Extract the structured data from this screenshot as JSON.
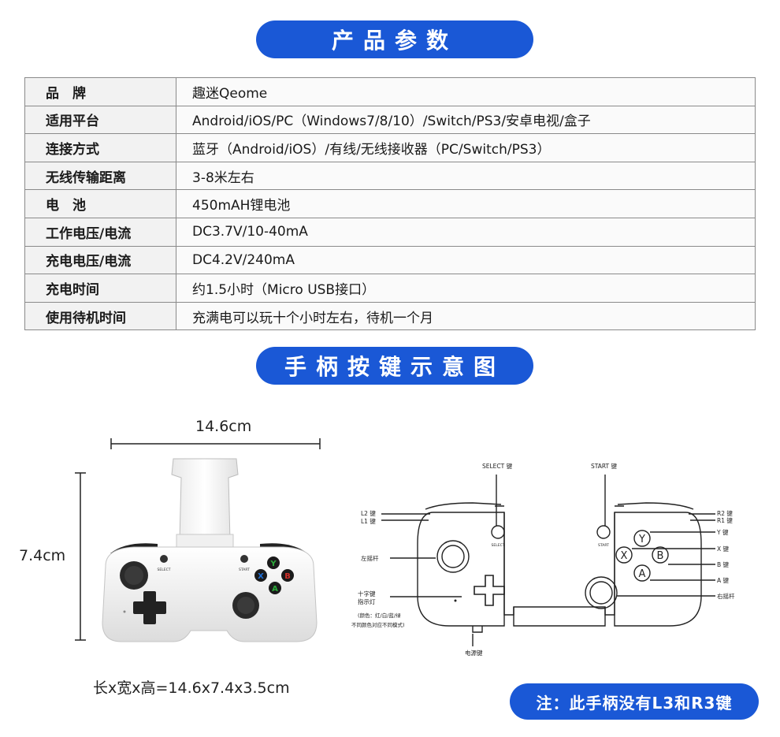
{
  "sections": {
    "spec_title": "产品参数",
    "diagram_title": "手柄按键示意图"
  },
  "specs": [
    {
      "key": "品　牌",
      "value": "趣迷Qeome"
    },
    {
      "key": "适用平台",
      "value": "Android/iOS/PC（Windows7/8/10）/Switch/PS3/安卓电视/盒子"
    },
    {
      "key": "连接方式",
      "value": "蓝牙（Android/iOS）/有线/无线接收器（PC/Switch/PS3）"
    },
    {
      "key": "无线传输距离",
      "value": "3-8米左右"
    },
    {
      "key": "电　池",
      "value": "450mAH锂电池"
    },
    {
      "key": "工作电压/电流",
      "value": "DC3.7V/10-40mA"
    },
    {
      "key": "充电电压/电流",
      "value": "DC4.2V/240mA"
    },
    {
      "key": "充电时间",
      "value": "约1.5小时（Micro USB接口）"
    },
    {
      "key": "使用待机时间",
      "value": "充满电可以玩十个小时左右，待机一个月"
    }
  ],
  "dimensions": {
    "width": "14.6cm",
    "height": "7.4cm",
    "summary": "长x宽x高=14.6x7.4x3.5cm"
  },
  "photo_buttons": {
    "select": "SELECT",
    "start": "START",
    "y": "Y",
    "x": "X",
    "b": "B",
    "a": "A"
  },
  "diagram_labels": {
    "select_key": "SELECT 键",
    "start_key": "START 键",
    "l2": "L2 键",
    "l1": "L1 键",
    "r2": "R2 键",
    "r1": "R1 键",
    "y": "Y 键",
    "x": "X 键",
    "b": "B 键",
    "a": "A 键",
    "left_stick": "左摇杆",
    "right_stick": "右摇杆",
    "dpad_line1": "十字键",
    "dpad_line2": "指示灯",
    "color_line1": "(颜色：红/白/蓝/绿",
    "color_line2": "不同颜色对应不同模式)",
    "power": "电源键",
    "select_small": "SELECT",
    "start_small": "START",
    "btn_y": "Y",
    "btn_x": "X",
    "btn_b": "B",
    "btn_a": "A"
  },
  "note": "注：此手柄没有L3和R3键",
  "colors": {
    "accent": "#1a58d6",
    "button_y": "#2cab3a",
    "button_x": "#1f6fd6",
    "button_b": "#d2302a",
    "button_a": "#2cab3a"
  }
}
